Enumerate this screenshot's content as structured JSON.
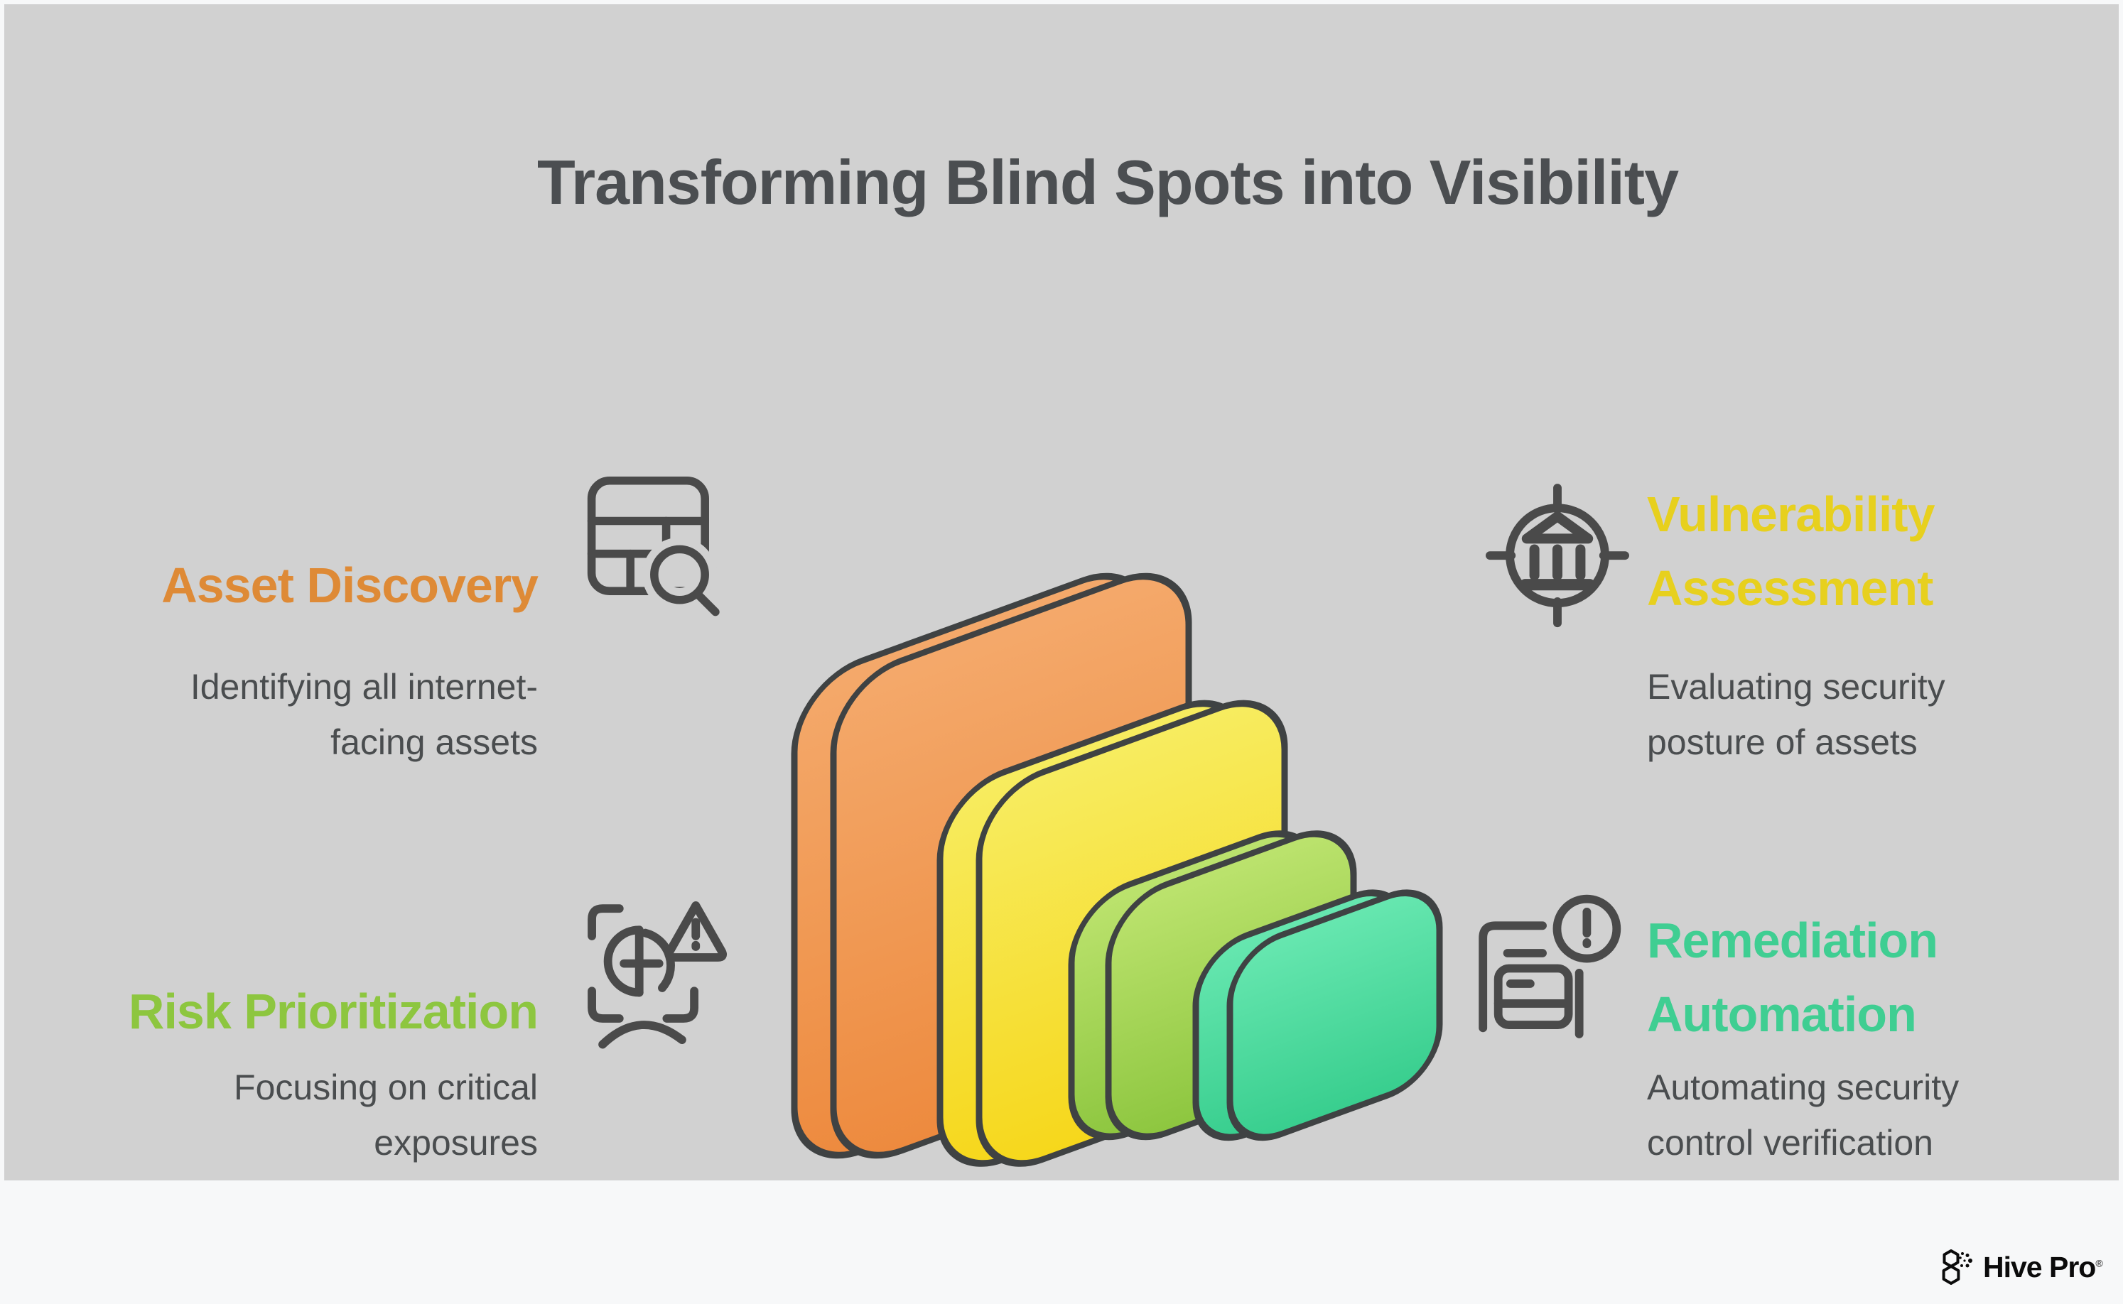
{
  "title": "Transforming Blind Spots into Visibility",
  "sections": {
    "asset_discovery": {
      "heading_lines": [
        "Asset Discovery"
      ],
      "desc_lines": [
        "Identifying all internet-",
        "facing assets"
      ],
      "color": "#DE8A36",
      "icon": "table-search-icon"
    },
    "vulnerability_assessment": {
      "heading_lines": [
        "Vulnerability",
        "Assessment"
      ],
      "desc_lines": [
        "Evaluating security",
        "posture of assets"
      ],
      "color": "#E7D01E",
      "icon": "target-building-icon"
    },
    "risk_prioritization": {
      "heading_lines": [
        "Risk Prioritization"
      ],
      "desc_lines": [
        "Focusing on critical",
        "exposures"
      ],
      "color": "#8DC63F",
      "icon": "face-scan-alert-icon"
    },
    "remediation_automation": {
      "heading_lines": [
        "Remediation",
        "Automation"
      ],
      "desc_lines": [
        "Automating security",
        "control verification"
      ],
      "color": "#3FCE92",
      "icon": "server-alert-icon"
    }
  },
  "pyramid": {
    "description": "isometric stack of four rounded blocks, large to small",
    "outline": "#3F4243",
    "layers": [
      {
        "name": "orange-layer",
        "top": "#F4A96B",
        "bottom": "#ED8A3E"
      },
      {
        "name": "yellow-layer",
        "top": "#F7EC60",
        "bottom": "#F6D71B"
      },
      {
        "name": "green-layer",
        "top": "#BCE36E",
        "bottom": "#8DC63F"
      },
      {
        "name": "teal-layer",
        "top": "#67E7B0",
        "bottom": "#38CE8E"
      }
    ]
  },
  "brand": {
    "name": "Hive Pro",
    "registered": "®"
  },
  "colors": {
    "page_bg": "#F7F8F9",
    "panel_bg": "#D1D1D1",
    "title_text": "#4B4E51",
    "body_text": "#4A4D4F",
    "icon_stroke": "#4A4A4A"
  }
}
